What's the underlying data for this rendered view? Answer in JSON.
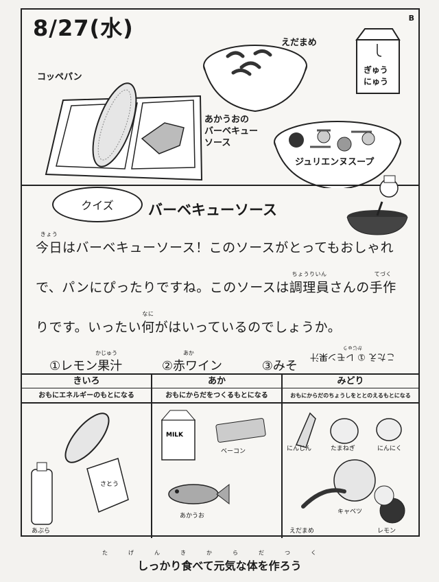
{
  "header": {
    "date": "8/27(水)",
    "corner_mark": "B"
  },
  "menu": {
    "bread": "コッペパン",
    "edamame": "えだまめ",
    "milk": "ぎゅう\nにゅう",
    "fish": "あかうおの\nバーベキュー\nソース",
    "soup": "ジュリエンヌスープ"
  },
  "quiz": {
    "bubble": "クイズ",
    "title": "バーベキューソース",
    "lines": [
      {
        "parts": [
          {
            "t": "今日",
            "r": "きょう"
          },
          {
            "t": "はバーベキューソース！このソースがとってもおしゃれ"
          }
        ]
      },
      {
        "parts": [
          {
            "t": "で、パンにぴったりですね。このソースは"
          },
          {
            "t": "調理員",
            "r": "ちょうりいん"
          },
          {
            "t": "さんの"
          },
          {
            "t": "手作",
            "r": "てづく"
          }
        ]
      },
      {
        "parts": [
          {
            "t": "りです。いったい"
          },
          {
            "t": "何",
            "r": "なに"
          },
          {
            "t": "がはいっているのでしょうか。"
          }
        ]
      }
    ],
    "options": {
      "opt1": "①レモン果汁",
      "opt1_ruby": "かじゅう",
      "opt2": "②赤ワイン",
      "opt2_ruby": "あか",
      "opt3": "③みそ"
    },
    "answer": "こたえ ① レモン果汁",
    "answer_ruby": "かじゅう"
  },
  "groups": [
    {
      "name": "きいろ",
      "desc": "おもにエネルギーのもとになる",
      "items": [
        "あぶら"
      ]
    },
    {
      "name": "あか",
      "desc": "おもにからだをつくるもとになる",
      "items": [
        "ベーコン",
        "あかうお"
      ]
    },
    {
      "name": "みどり",
      "desc": "おもにからだのちょうしをととのえるもとになる",
      "items": [
        "にんじん",
        "たまねぎ",
        "にんにく",
        "キャベツ",
        "えだまめ",
        "レモン"
      ]
    }
  ],
  "packages": {
    "milk_carton": "MILK",
    "sugar_bag": "さとう"
  },
  "footer": "しっかり食べて元気な体を作ろう",
  "footer_ruby": [
    "た",
    "げんき",
    "からだ",
    "つく"
  ]
}
